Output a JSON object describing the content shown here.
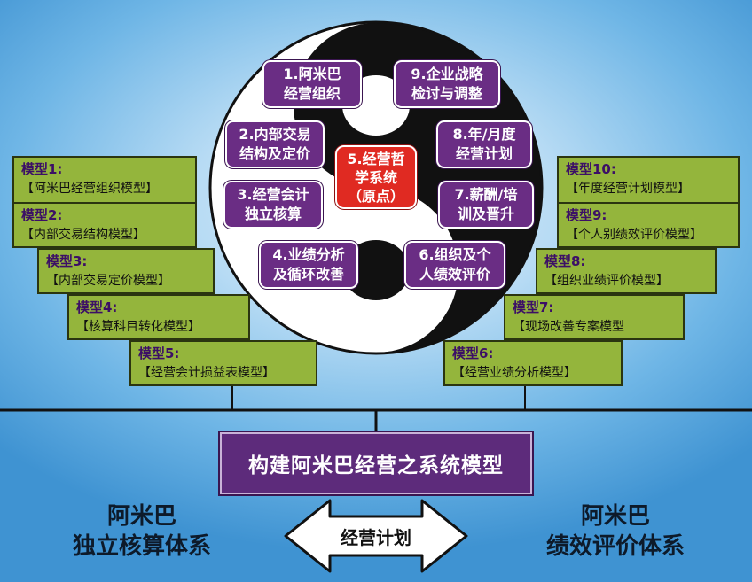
{
  "center": {
    "lines": [
      "5.经营哲",
      "学系统",
      "（原点）"
    ]
  },
  "nodes": [
    {
      "lines": [
        "1.阿米巴",
        "经营组织"
      ]
    },
    {
      "lines": [
        "9.企业战略",
        "检讨与调整"
      ]
    },
    {
      "lines": [
        "2.内部交易",
        "结构及定价"
      ]
    },
    {
      "lines": [
        "8.年/月度",
        "经营计划"
      ]
    },
    {
      "lines": [
        "3.经营会计",
        "独立核算"
      ]
    },
    {
      "lines": [
        "7.薪酬/培",
        "训及晋升"
      ]
    },
    {
      "lines": [
        "4.业绩分析",
        "及循环改善"
      ]
    },
    {
      "lines": [
        "6.组织及个",
        "人绩效评价"
      ]
    }
  ],
  "models_left": [
    {
      "id": "模型1:",
      "name": "【阿米巴经营组织模型】"
    },
    {
      "id": "模型2:",
      "name": "【内部交易结构模型】"
    },
    {
      "id": "模型3:",
      "name": "【内部交易定价模型】"
    },
    {
      "id": "模型4:",
      "name": "【核算科目转化模型】"
    },
    {
      "id": "模型5:",
      "name": "【经营会计损益表模型】"
    }
  ],
  "models_right": [
    {
      "id": "模型10:",
      "name": "【年度经营计划模型】"
    },
    {
      "id": "模型9:",
      "name": "【个人别绩效评价模型】"
    },
    {
      "id": "模型8:",
      "name": "【组织业绩评价模型】"
    },
    {
      "id": "模型7:",
      "name": "【现场改善专案模型"
    },
    {
      "id": "模型6:",
      "name": "【经营业绩分析模型】"
    }
  ],
  "banner": "构建阿米巴经营之系统模型",
  "left_system": [
    "阿米巴",
    "独立核算体系"
  ],
  "right_system": [
    "阿米巴",
    "绩效评价体系"
  ],
  "arrow_label": "经营计划",
  "colors": {
    "node": "#6a2d84",
    "center": "#e02a22",
    "model": "#94b53c",
    "banner": "#5d2b7b"
  }
}
